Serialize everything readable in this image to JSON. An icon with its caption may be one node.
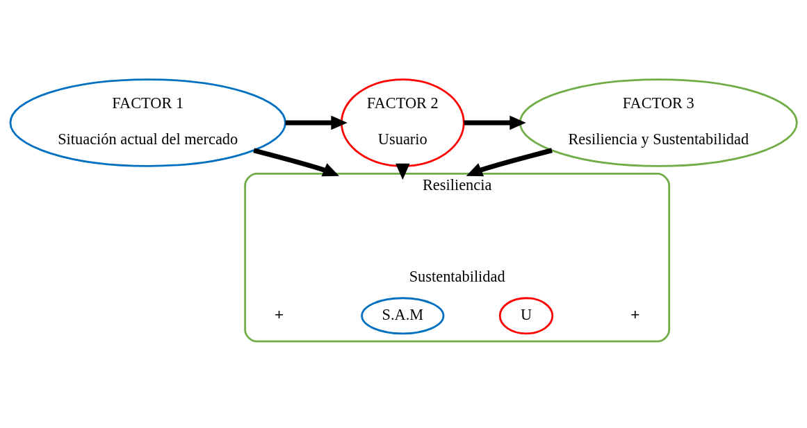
{
  "diagram": {
    "nodes": [
      {
        "text": [
          "FACTOR 1",
          "Situación actual del mercado"
        ]
      },
      {
        "text": [
          "FACTOR 2",
          "Usuario"
        ]
      },
      {
        "text": [
          "FACTOR 3",
          "Resiliencia y Sustentabilidad"
        ]
      },
      {
        "text": [
          "Resiliencia",
          "Sustentabilidad"
        ]
      },
      {
        "text": [
          "S.A.M"
        ],
        "in": 3
      },
      {
        "text": [
          "U"
        ],
        "in": 3
      }
    ],
    "edges": [
      {
        "from": 0,
        "to": 1,
        "arrow": "to"
      },
      {
        "from": 1,
        "to": 2,
        "arrow": "to"
      },
      {
        "from": 0,
        "to": 3,
        "arrow": "to"
      },
      {
        "from": 1,
        "to": 3,
        "arrow": "to"
      },
      {
        "from": 2,
        "to": 3,
        "arrow": "to"
      }
    ],
    "labels": [
      "+",
      "+"
    ]
  }
}
